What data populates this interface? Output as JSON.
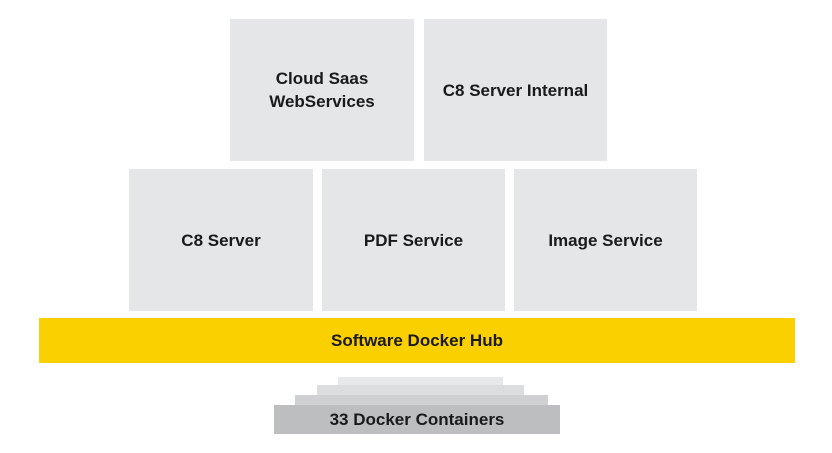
{
  "services": {
    "cloud_saas": "Cloud Saas\nWebServices",
    "c8_server_internal": "C8 Server Internal",
    "c8_server": "C8 Server",
    "pdf_service": "PDF Service",
    "image_service": "Image Service"
  },
  "hub": {
    "label": "Software Docker Hub",
    "color": "#fbd000"
  },
  "containers": {
    "label": "33 Docker Containers",
    "color": "#bdbec0",
    "stack_colors": [
      "#e7e8e9",
      "#dcdddf",
      "#cfd0d2"
    ]
  },
  "box_color": "#e5e6e8"
}
